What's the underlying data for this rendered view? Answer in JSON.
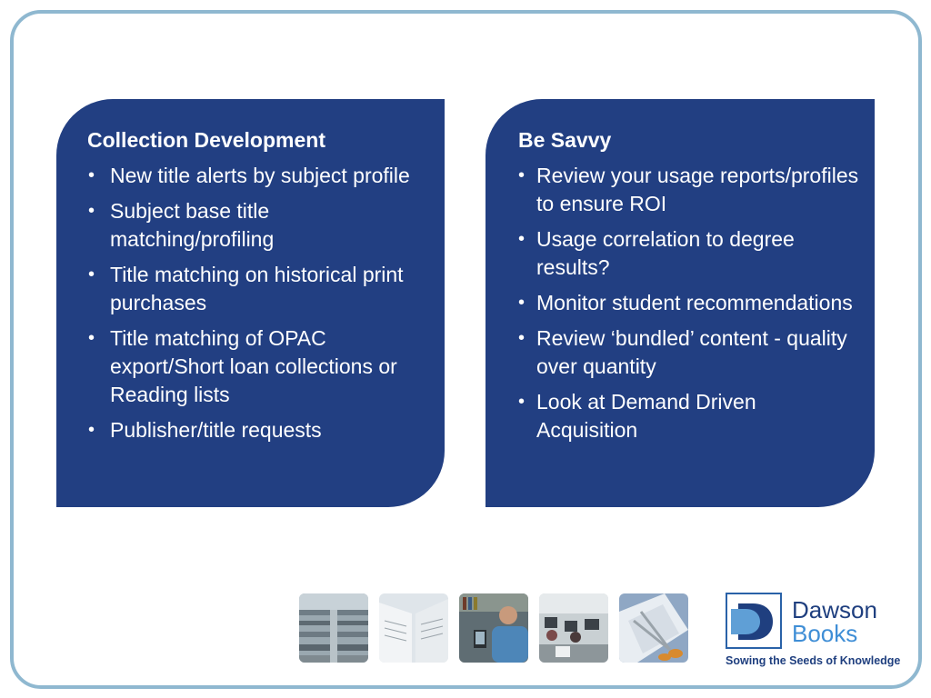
{
  "panels": {
    "left": {
      "title": "Collection Development",
      "items": [
        "New title alerts by subject profile",
        "Subject base title matching/profiling",
        "Title matching on historical print purchases",
        "Title matching of OPAC export/Short loan collections or Reading lists",
        "Publisher/title requests"
      ]
    },
    "right": {
      "title": "Be Savvy",
      "items": [
        "Review your usage reports/profiles to ensure ROI",
        "Usage correlation to degree results?",
        "Monitor student recommendations",
        "Review ‘bundled’ content  - quality over quantity",
        "Look at Demand Driven Acquisition"
      ]
    }
  },
  "bullet_char": "•",
  "logo": {
    "name_line1": "Dawson",
    "name_line2": "Books",
    "tagline": "Sowing the Seeds of Knowledge"
  },
  "colors": {
    "panel": "#223f82",
    "frame": "#8fb8d0",
    "brand_dark": "#1f3f7f",
    "brand_light": "#3f8ed6"
  }
}
